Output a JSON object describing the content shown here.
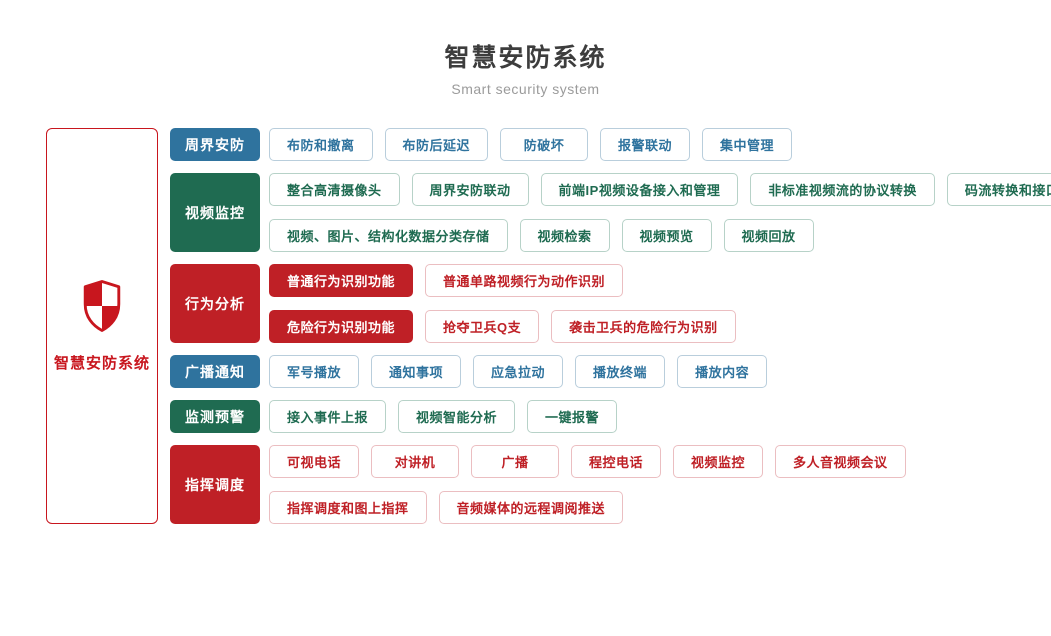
{
  "header": {
    "title": "智慧安防系统",
    "subtitle": "Smart security system"
  },
  "root": {
    "label": "智慧安防系统",
    "icon": "shield-icon"
  },
  "colors": {
    "blue": "#2f739e",
    "green": "#1f6b51",
    "red": "#bf2026"
  },
  "rows": [
    {
      "category": {
        "label": "周界安防",
        "color": "blue"
      },
      "lines": [
        {
          "items": [
            {
              "label": "布防和撤离"
            },
            {
              "label": "布防后延迟"
            },
            {
              "label": "防破坏"
            },
            {
              "label": "报警联动"
            },
            {
              "label": "集中管理"
            }
          ]
        }
      ]
    },
    {
      "category": {
        "label": "视频监控",
        "color": "green"
      },
      "lines": [
        {
          "items": [
            {
              "label": "整合高清摄像头"
            },
            {
              "label": "周界安防联动"
            },
            {
              "label": "前端IP视频设备接入和管理"
            },
            {
              "label": "非标准视频流的协议转换"
            },
            {
              "label": "码流转换和接口转换"
            }
          ]
        },
        {
          "items": [
            {
              "label": "视频、图片、结构化数据分类存储"
            },
            {
              "label": "视频检索"
            },
            {
              "label": "视频预览"
            },
            {
              "label": "视频回放"
            }
          ]
        }
      ]
    },
    {
      "category": {
        "label": "行为分析",
        "color": "red"
      },
      "lines": [
        {
          "items": [
            {
              "label": "普通行为识别功能",
              "filled": true
            },
            {
              "label": "普通单路视频行为动作识别"
            }
          ]
        },
        {
          "items": [
            {
              "label": "危险行为识别功能",
              "filled": true
            },
            {
              "label": "抢夺卫兵Q支"
            },
            {
              "label": "袭击卫兵的危险行为识别"
            }
          ]
        }
      ]
    },
    {
      "category": {
        "label": "广播通知",
        "color": "blue"
      },
      "lines": [
        {
          "items": [
            {
              "label": "军号播放"
            },
            {
              "label": "通知事项"
            },
            {
              "label": "应急拉动"
            },
            {
              "label": "播放终端"
            },
            {
              "label": "播放内容"
            }
          ]
        }
      ]
    },
    {
      "category": {
        "label": "监测预警",
        "color": "green"
      },
      "lines": [
        {
          "items": [
            {
              "label": "接入事件上报"
            },
            {
              "label": "视频智能分析"
            },
            {
              "label": "一键报警"
            }
          ]
        }
      ]
    },
    {
      "category": {
        "label": "指挥调度",
        "color": "red"
      },
      "lines": [
        {
          "items": [
            {
              "label": "可视电话"
            },
            {
              "label": "对讲机"
            },
            {
              "label": "广播"
            },
            {
              "label": "程控电话"
            },
            {
              "label": "视频监控"
            },
            {
              "label": "多人音视频会议"
            }
          ]
        },
        {
          "items": [
            {
              "label": "指挥调度和图上指挥"
            },
            {
              "label": "音频媒体的远程调阅推送"
            }
          ]
        }
      ]
    }
  ]
}
